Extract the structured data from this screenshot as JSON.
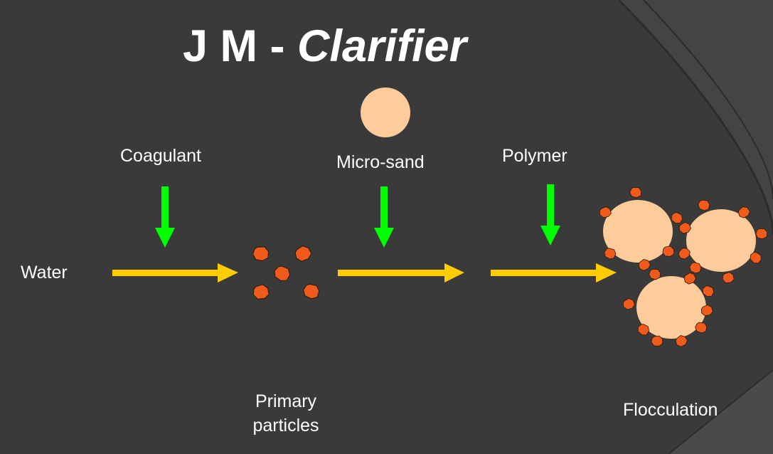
{
  "slide": {
    "title_main": "J M - ",
    "title_italic": "Clarifier"
  },
  "inputs": {
    "coagulant": "Coagulant",
    "micro_sand": "Micro-sand",
    "polymer": "Polymer",
    "water": "Water"
  },
  "stages": {
    "primary_line1": "Primary",
    "primary_line2": "particles",
    "flocculation": "Flocculation"
  },
  "colors": {
    "background": "#3a3a3a",
    "dose_arrow": "#00ff00",
    "flow_arrow": "#ffcc00",
    "sand": "#fdcc9a",
    "particle": "#f05a1a"
  }
}
